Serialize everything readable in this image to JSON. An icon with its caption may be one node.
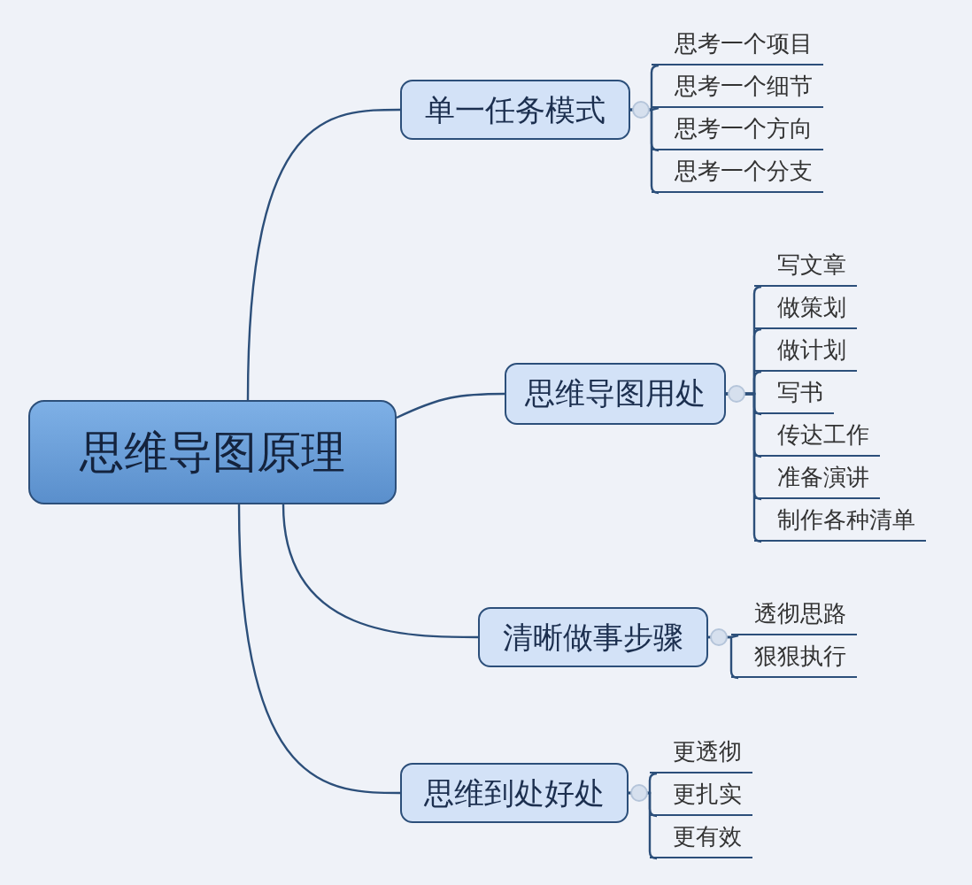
{
  "diagram": {
    "nodes": [
      {
        "text": [
          "思维导图原理"
        ]
      },
      {
        "text": [
          "单一任务模式"
        ]
      },
      {
        "text": [
          "思考一个项目"
        ]
      },
      {
        "text": [
          "思考一个细节"
        ]
      },
      {
        "text": [
          "思考一个方向"
        ]
      },
      {
        "text": [
          "思考一个分支"
        ]
      },
      {
        "text": [
          "思维导图用处"
        ]
      },
      {
        "text": [
          "写文章"
        ]
      },
      {
        "text": [
          "做策划"
        ]
      },
      {
        "text": [
          "做计划"
        ]
      },
      {
        "text": [
          "写书"
        ]
      },
      {
        "text": [
          "传达工作"
        ]
      },
      {
        "text": [
          "准备演讲"
        ]
      },
      {
        "text": [
          "制作各种清单"
        ]
      },
      {
        "text": [
          "清晰做事步骤"
        ]
      },
      {
        "text": [
          "透彻思路"
        ]
      },
      {
        "text": [
          "狠狠执行"
        ]
      },
      {
        "text": [
          "思维到处好处"
        ]
      },
      {
        "text": [
          "更透彻"
        ]
      },
      {
        "text": [
          "更扎实"
        ]
      },
      {
        "text": [
          "更有效"
        ]
      }
    ],
    "edges": [
      {
        "from": 0,
        "to": 1,
        "arrow": "none"
      },
      {
        "from": 1,
        "to": 2,
        "arrow": "none"
      },
      {
        "from": 1,
        "to": 3,
        "arrow": "none"
      },
      {
        "from": 1,
        "to": 4,
        "arrow": "none"
      },
      {
        "from": 1,
        "to": 5,
        "arrow": "none"
      },
      {
        "from": 0,
        "to": 6,
        "arrow": "none"
      },
      {
        "from": 6,
        "to": 7,
        "arrow": "none"
      },
      {
        "from": 6,
        "to": 8,
        "arrow": "none"
      },
      {
        "from": 6,
        "to": 9,
        "arrow": "none"
      },
      {
        "from": 6,
        "to": 10,
        "arrow": "none"
      },
      {
        "from": 6,
        "to": 11,
        "arrow": "none"
      },
      {
        "from": 6,
        "to": 12,
        "arrow": "none"
      },
      {
        "from": 6,
        "to": 13,
        "arrow": "none"
      },
      {
        "from": 0,
        "to": 14,
        "arrow": "none"
      },
      {
        "from": 14,
        "to": 15,
        "arrow": "none"
      },
      {
        "from": 14,
        "to": 16,
        "arrow": "none"
      },
      {
        "from": 0,
        "to": 17,
        "arrow": "none"
      },
      {
        "from": 17,
        "to": 18,
        "arrow": "none"
      },
      {
        "from": 17,
        "to": 19,
        "arrow": "none"
      },
      {
        "from": 17,
        "to": 20,
        "arrow": "none"
      }
    ]
  }
}
